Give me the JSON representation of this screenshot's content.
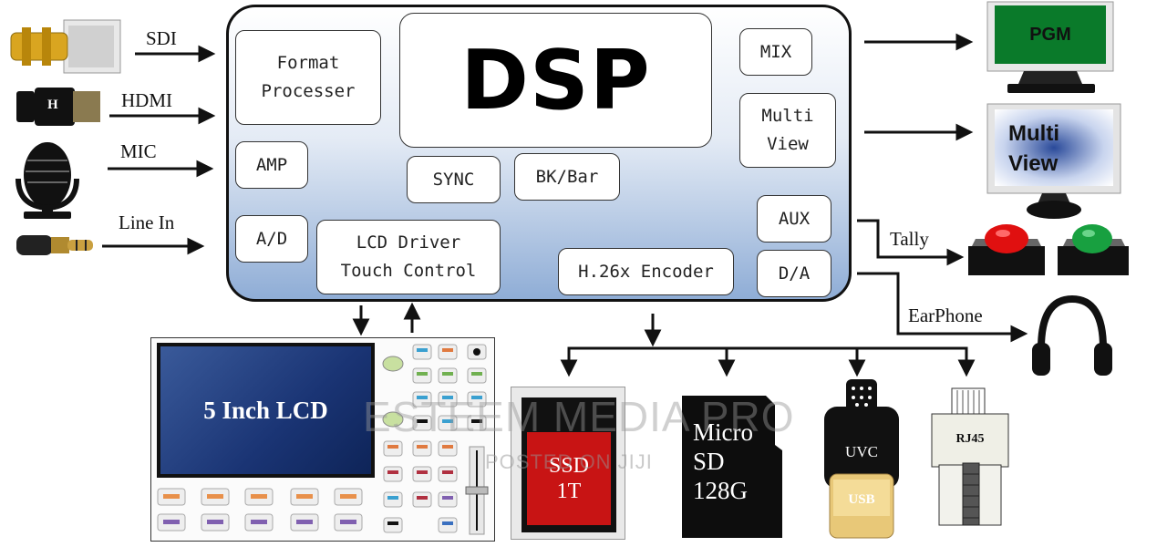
{
  "inputs": [
    {
      "label": "SDI",
      "icon": "bnc-connector-icon"
    },
    {
      "label": "HDMI",
      "icon": "hdmi-connector-icon",
      "plug_text": "H"
    },
    {
      "label": "MIC",
      "icon": "microphone-icon"
    },
    {
      "label": "Line In",
      "icon": "audio-jack-icon"
    }
  ],
  "hub": {
    "format_processor": "Format\nProcesser",
    "dsp": "DSP",
    "mix": "MIX",
    "multi_view": "Multi\nView",
    "amp": "AMP",
    "sync": "SYNC",
    "bk_bar": "BK/Bar",
    "aux": "AUX",
    "a_d": "A/D",
    "lcd_driver": "LCD Driver\nTouch Control",
    "encoder": "H.26x Encoder",
    "d_a": "D/A"
  },
  "outputs": {
    "pgm": "PGM",
    "multi_view": "Multi\nView",
    "tally": "Tally",
    "earphone": "EarPhone"
  },
  "lcd_panel": {
    "screen_text": "5 Inch LCD"
  },
  "storage": {
    "ssd": "SSD\n1T",
    "micro_sd": "Micro\nSD\n128G",
    "uvc": "UVC",
    "usb": "USB",
    "rj45": "RJ45"
  },
  "watermark": {
    "line1": "ESTEEM MEDIA PRO",
    "line2": "POSTED ON JIJI"
  },
  "colors": {
    "pgm_green": "#0a7a2a",
    "tally_red": "#e01010",
    "tally_green": "#18a040",
    "ssd_red": "#c81414",
    "hub_blue": "#8fadd6"
  }
}
